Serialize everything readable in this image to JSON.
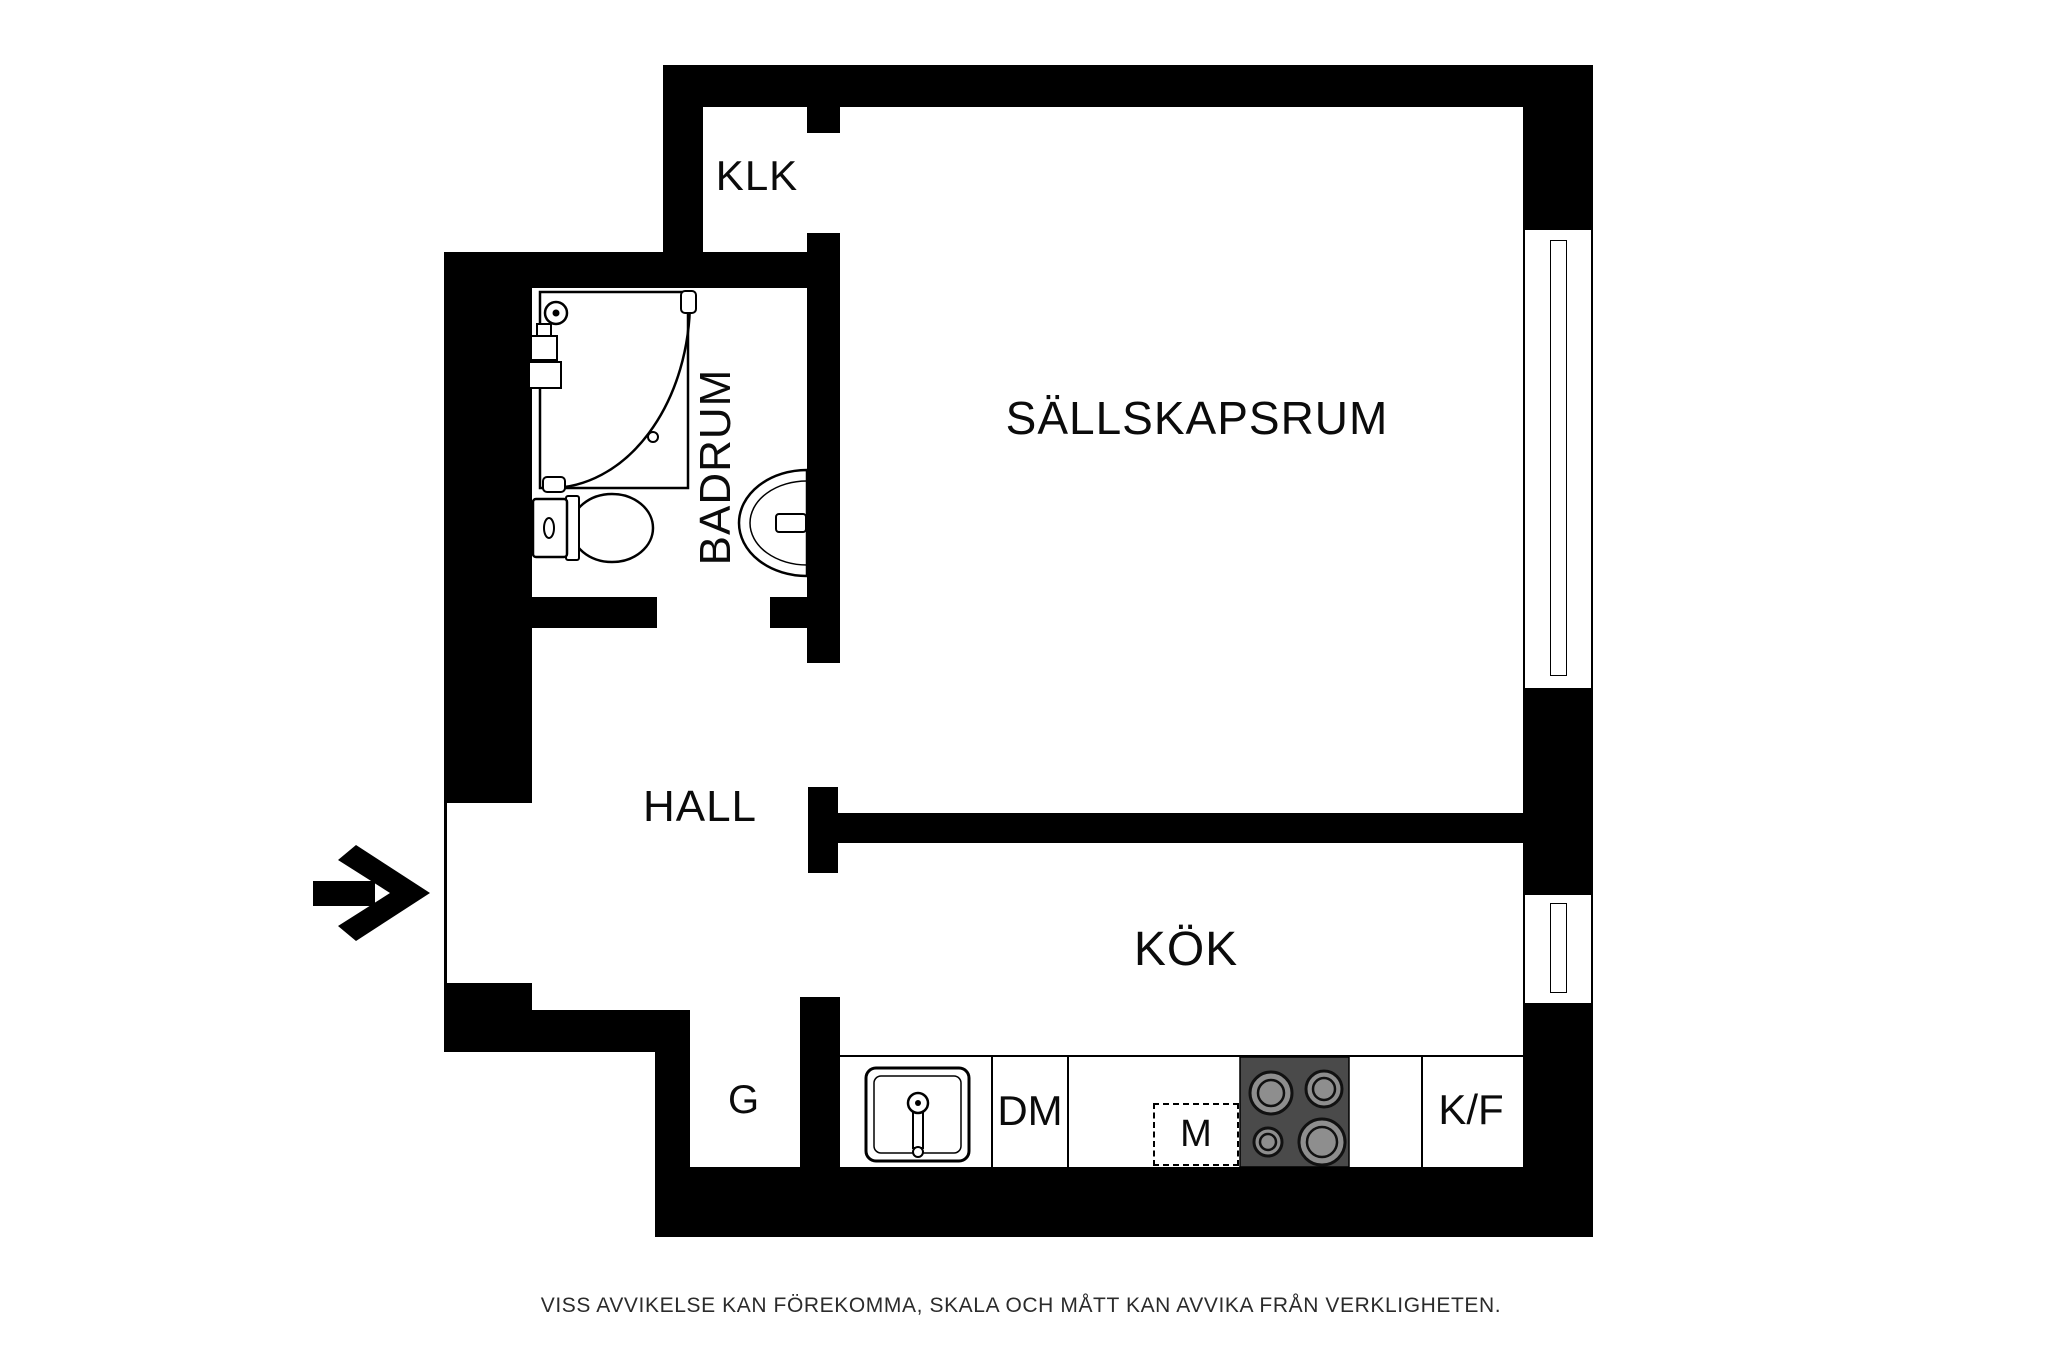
{
  "title": "Floor plan",
  "colors": {
    "wall": "#000000",
    "background": "#ffffff",
    "stove_bg": "#4a4a4a",
    "burner": "#8e8e8e",
    "text": "#0b0b0b"
  },
  "rooms": {
    "klk": "KLK",
    "badrum": "BADRUM",
    "sallskapsrum": "SÄLLSKAPSRUM",
    "hall": "HALL",
    "kok": "KÖK",
    "garderob": "G"
  },
  "fixtures": {
    "dishwasher": "DM",
    "microwave": "M",
    "fridge_freezer": "K/F"
  },
  "icons": {
    "entrance": "entrance-arrow-icon",
    "shower": "shower-corner-icon",
    "toilet": "toilet-icon",
    "bathroom_sink": "washbasin-icon",
    "kitchen_sink": "kitchen-sink-icon",
    "stove": "four-burner-stove-icon",
    "windows": "double-line-window"
  },
  "footer": {
    "disclaimer": "VISS AVVIKELSE KAN FÖREKOMMA, SKALA OCH MÅTT KAN AVVIKA FRÅN VERKLIGHETEN."
  }
}
